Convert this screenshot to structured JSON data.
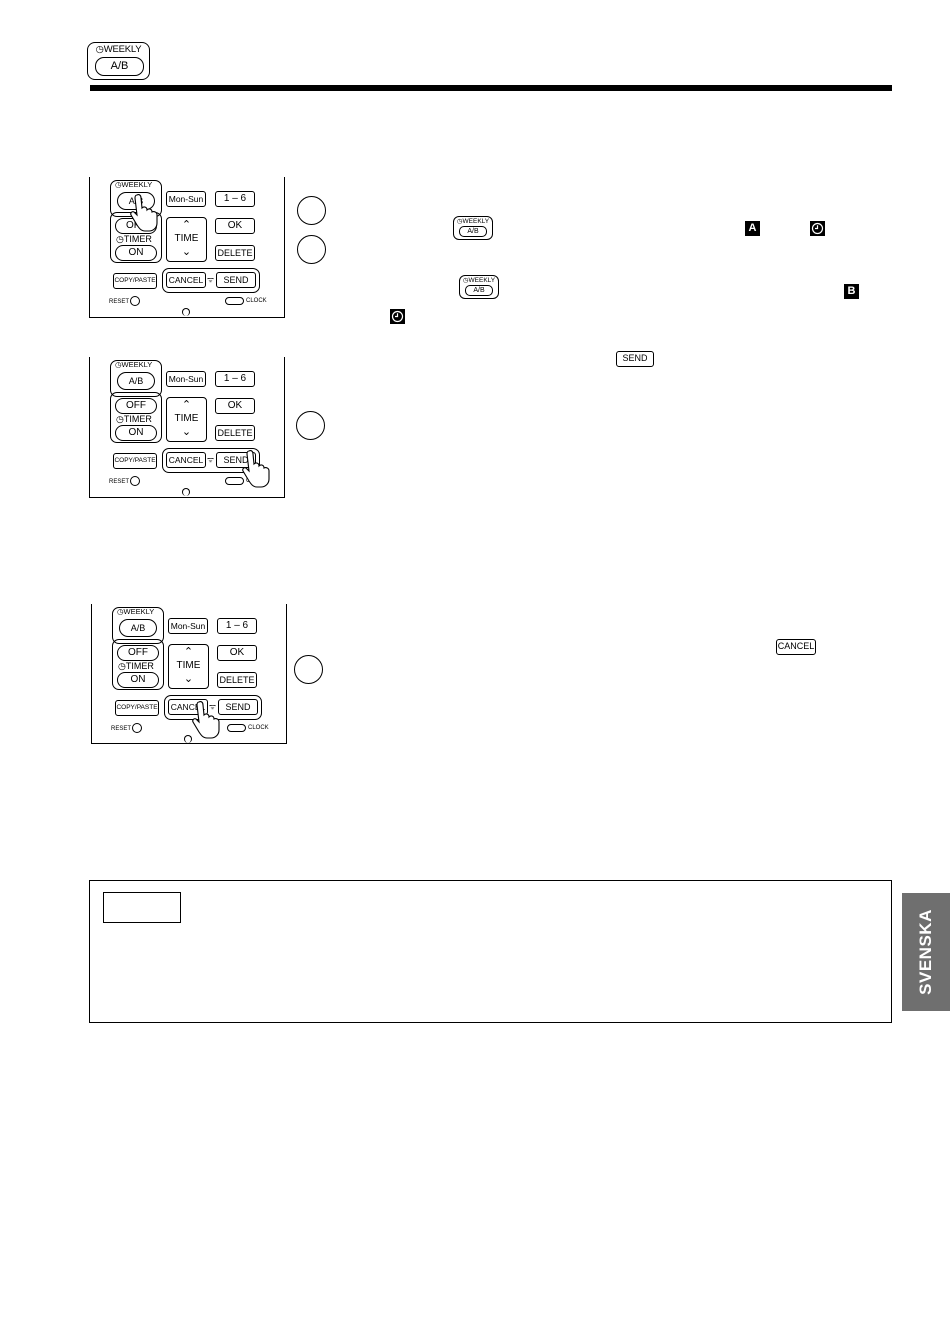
{
  "header": {
    "weekly_key": {
      "line1": "WEEKLY",
      "line2": "A/B"
    }
  },
  "remote_keys": {
    "weekly": "WEEKLY",
    "ab": "A/B",
    "mon_sun": "Mon-Sun",
    "one_six": "1 – 6",
    "off": "OFF",
    "timer": "TIMER",
    "on": "ON",
    "time": "TIME",
    "ok": "OK",
    "delete": "DELETE",
    "copy_paste": "COPY/PASTE",
    "cancel": "CANCEL",
    "send": "SEND",
    "reset": "RESET",
    "clock": "CLOCK"
  },
  "inline_keys": {
    "send": "SEND",
    "cancel": "CANCEL",
    "weekly": "WEEKLY",
    "ab": "A/B",
    "badge_a": "A",
    "badge_b": "B"
  },
  "side_tab": {
    "label": "SVENSKA"
  },
  "icons": [
    "clock-icon",
    "hand-pointer-icon",
    "signal-icon",
    "chevron-up-icon",
    "chevron-down-icon"
  ]
}
